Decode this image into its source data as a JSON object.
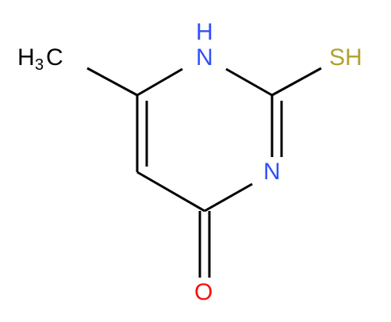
{
  "molecule": {
    "atom_labels": {
      "ch3": "H",
      "ch3_sub": "3",
      "ch3_c": "C",
      "nh": "H",
      "nh_n": "N",
      "sh": "SH",
      "n3": "N",
      "o": "O"
    },
    "colors": {
      "bond": "#000000",
      "carbon": "#000000",
      "nitrogen": "#3050F8",
      "sulfur": "#B2A230",
      "oxygen": "#FF0D0D"
    }
  }
}
